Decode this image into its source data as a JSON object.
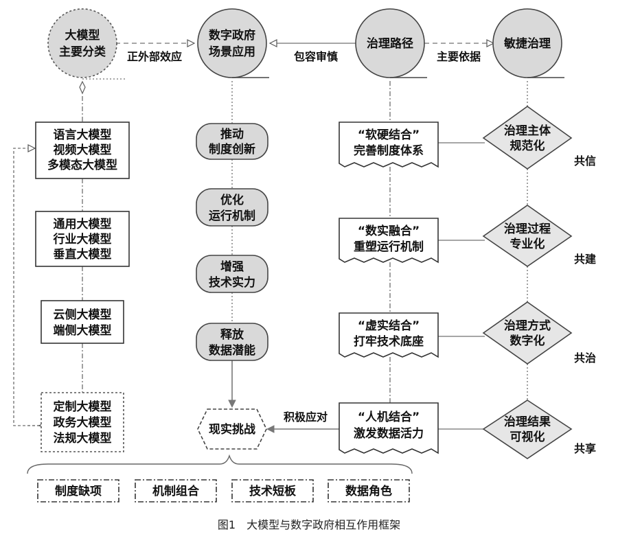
{
  "nodes": {
    "llm_category_line1": "大模型",
    "llm_category_line2": "主要分类",
    "gov_scenario_line1": "数字政府",
    "gov_scenario_line2": "场景应用",
    "path": "治理路径",
    "agile": "敏捷治理"
  },
  "edges": {
    "positive_external": "正外部效应",
    "inclusive_prudent": "包容审慎",
    "main_basis": "主要依据",
    "active_response": "积极应对"
  },
  "model_groups": [
    [
      "语言大模型",
      "视频大模型",
      "多模态大模型"
    ],
    [
      "通用大模型",
      "行业大模型",
      "垂直大模型"
    ],
    [
      "云侧大模型",
      "端侧大模型"
    ],
    [
      "定制大模型",
      "政务大模型",
      "法规大模型"
    ]
  ],
  "scenario_steps": [
    [
      "推动",
      "制度创新"
    ],
    [
      "优化",
      "运行机制"
    ],
    [
      "增强",
      "技术实力"
    ],
    [
      "释放",
      "数据潜能"
    ]
  ],
  "challenge": "现实挑战",
  "path_steps": [
    [
      "“软硬结合”",
      "完善制度体系"
    ],
    [
      "“数实融合”",
      "重塑运行机制"
    ],
    [
      "“虚实结合”",
      "打牢技术底座"
    ],
    [
      "“人机结合”",
      "激发数据活力"
    ]
  ],
  "governance_steps": [
    [
      "治理主体",
      "规范化"
    ],
    [
      "治理过程",
      "专业化"
    ],
    [
      "治理方式",
      "数字化"
    ],
    [
      "治理结果",
      "可视化"
    ]
  ],
  "co_labels": [
    "共信",
    "共建",
    "共治",
    "共享"
  ],
  "gaps": [
    "制度缺项",
    "机制组合",
    "技术短板",
    "数据角色"
  ],
  "caption": "图1　大模型与数字政府相互作用框架"
}
